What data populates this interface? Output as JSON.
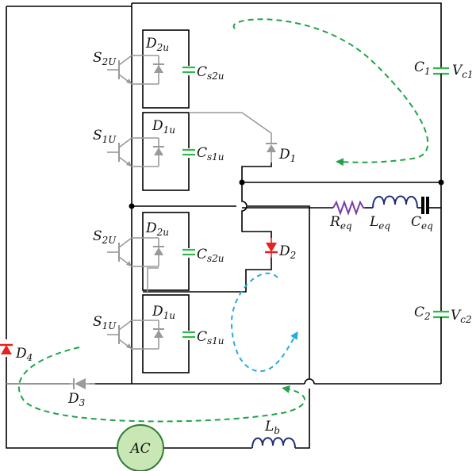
{
  "labels": {
    "s2u_top": "S",
    "s2u_top_sub": "2U",
    "d2u_top": "D",
    "d2u_top_sub": "2u",
    "cs2u_top": "C",
    "cs2u_top_sub": "s2u",
    "s1u_top": "S",
    "s1u_top_sub": "1U",
    "d1u_top": "D",
    "d1u_top_sub": "1u",
    "cs1u_top": "C",
    "cs1u_top_sub": "s1u",
    "d1": "D",
    "d1_sub": "1",
    "s2u_bot": "S",
    "s2u_bot_sub": "2U",
    "d2u_bot": "D",
    "d2u_bot_sub": "2u",
    "cs2u_bot": "C",
    "cs2u_bot_sub": "s2u",
    "d2": "D",
    "d2_sub": "2",
    "s1u_bot": "S",
    "s1u_bot_sub": "1U",
    "d1u_bot": "D",
    "d1u_bot_sub": "1u",
    "cs1u_bot": "C",
    "cs1u_bot_sub": "s1u",
    "d4": "D",
    "d4_sub": "4",
    "d3": "D",
    "d3_sub": "3",
    "req": "R",
    "req_sub": "eq",
    "leq": "L",
    "leq_sub": "eq",
    "ceq": "C",
    "ceq_sub": "eq",
    "c1": "C",
    "c1_sub": "1",
    "vc1": "V",
    "vc1_sub": "c1",
    "c2": "C",
    "c2_sub": "2",
    "vc2": "V",
    "vc2_sub": "c2",
    "lb": "L",
    "lb_sub": "b",
    "ac": "AC"
  },
  "colors": {
    "wire": "#000000",
    "inactive": "#9a9a9a",
    "capacitor": "#2db84a",
    "diode_active": "#e8201f",
    "resistor": "#7a3ea0",
    "inductor": "#1f2e7a",
    "ac_fill": "#c9e6b5",
    "ac_stroke": "#2e7d32",
    "path_green": "#21a347",
    "path_blue": "#27a9e1"
  },
  "icons": [
    "igbt-symbol",
    "diode-symbol",
    "capacitor-symbol",
    "resistor-symbol",
    "inductor-symbol",
    "ac-source-symbol"
  ]
}
